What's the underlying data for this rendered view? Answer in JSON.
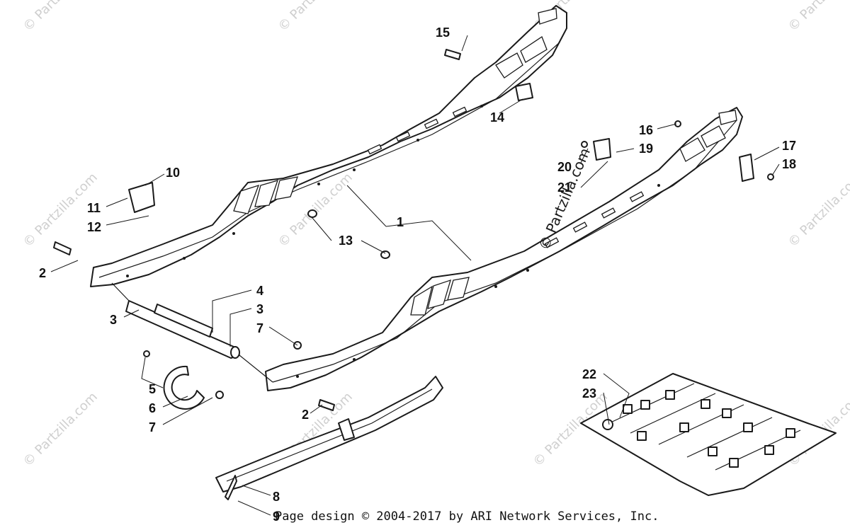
{
  "callouts": {
    "c1": "1",
    "c2a": "2",
    "c2b": "2",
    "c3a": "3",
    "c3b": "3",
    "c4": "4",
    "c5": "5",
    "c6": "6",
    "c7a": "7",
    "c7b": "7",
    "c8": "8",
    "c9": "9",
    "c10": "10",
    "c11": "11",
    "c12": "12",
    "c13": "13",
    "c14": "14",
    "c15": "15",
    "c16": "16",
    "c17": "17",
    "c18": "18",
    "c19": "19",
    "c20": "20",
    "c21": "21",
    "c22": "22",
    "c23": "23"
  },
  "watermark": {
    "center_text": "© Partzilla.com",
    "tile_text": "© Partzilla.com"
  },
  "footer": {
    "copyright": "Page design © 2004-2017 by ARI Network Services, Inc."
  },
  "colors": {
    "line": "#1a1a1a",
    "watermark": "#cfcfcf",
    "background": "#ffffff"
  }
}
